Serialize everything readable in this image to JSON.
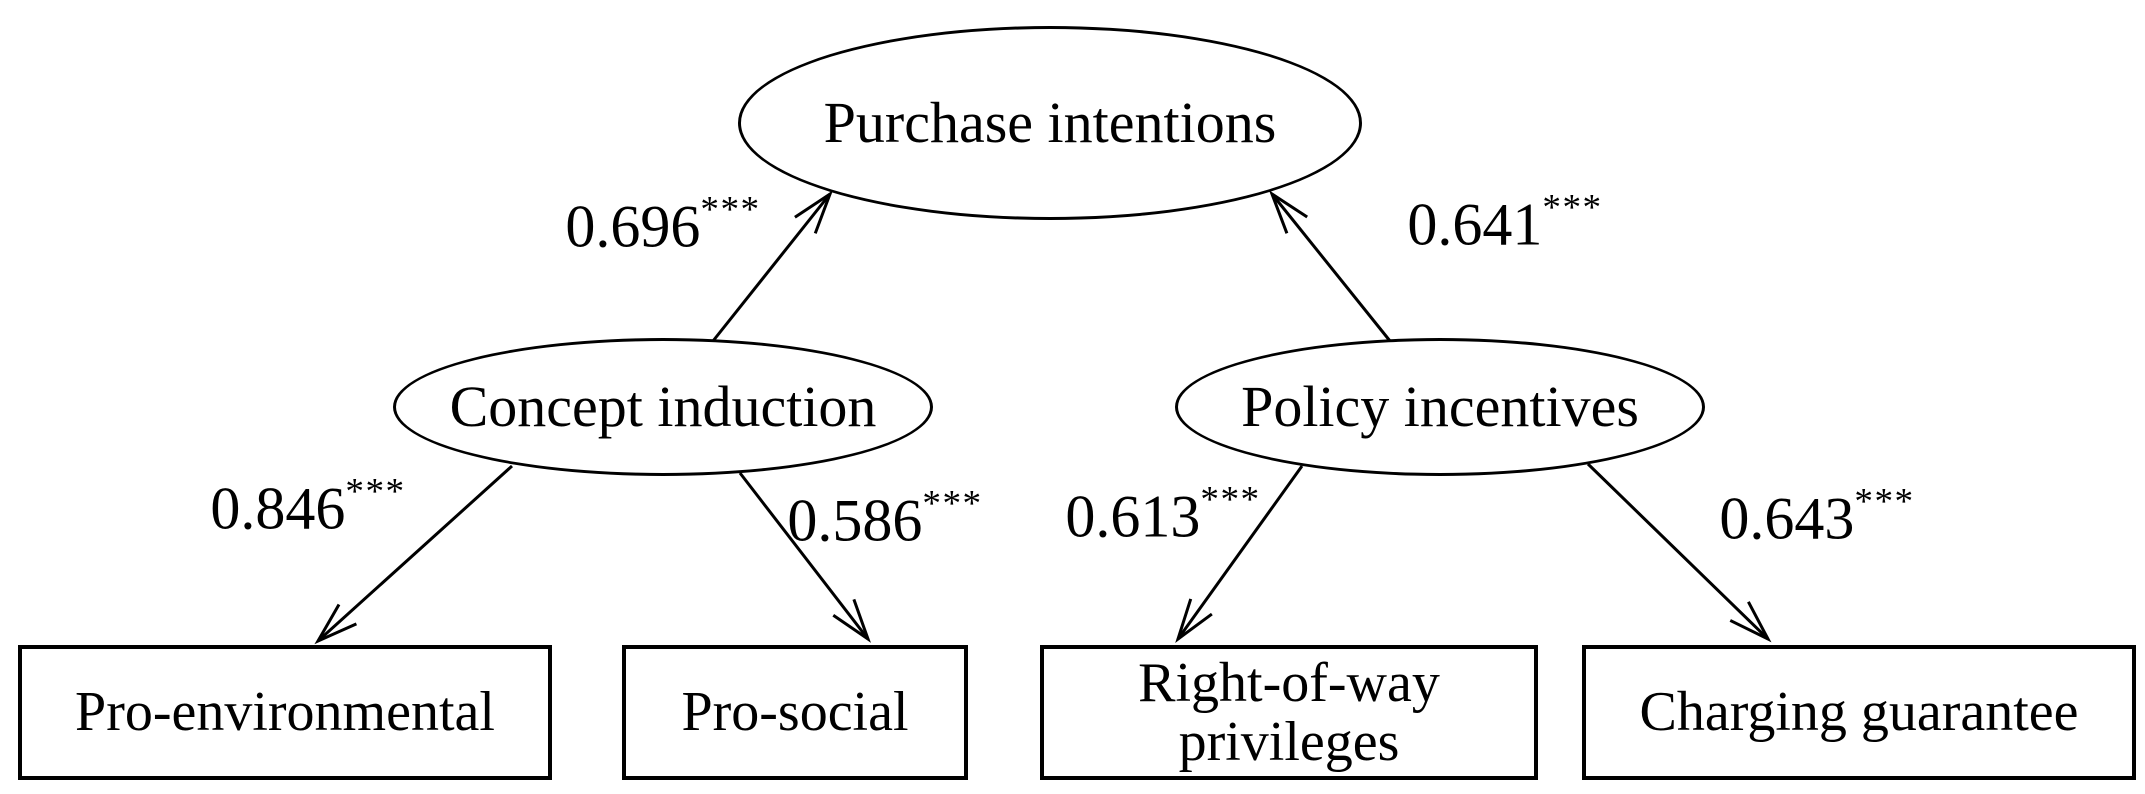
{
  "diagram": {
    "type": "sem-path-diagram",
    "latent_nodes": [
      {
        "id": "purchase-intentions",
        "label": "Purchase intentions"
      },
      {
        "id": "concept-induction",
        "label": "Concept induction"
      },
      {
        "id": "policy-incentives",
        "label": "Policy incentives"
      }
    ],
    "observed_nodes": [
      {
        "id": "pro-environmental",
        "label": "Pro-environmental"
      },
      {
        "id": "pro-social",
        "label": "Pro-social"
      },
      {
        "id": "right-of-way",
        "label": "Right-of-way privileges"
      },
      {
        "id": "charging-guarantee",
        "label": "Charging guarantee"
      }
    ],
    "paths": [
      {
        "from": "Concept induction",
        "to": "Purchase intentions",
        "coefficient": "0.696",
        "significance": "***"
      },
      {
        "from": "Policy incentives",
        "to": "Purchase intentions",
        "coefficient": "0.641",
        "significance": "***"
      },
      {
        "from": "Concept induction",
        "to": "Pro-environmental",
        "coefficient": "0.846",
        "significance": "***"
      },
      {
        "from": "Concept induction",
        "to": "Pro-social",
        "coefficient": "0.586",
        "significance": "***"
      },
      {
        "from": "Policy incentives",
        "to": "Right-of-way privileges",
        "coefficient": "0.613",
        "significance": "***"
      },
      {
        "from": "Policy incentives",
        "to": "Charging guarantee",
        "coefficient": "0.643",
        "significance": "***"
      }
    ],
    "colors": {
      "stroke": "#000000",
      "text": "#000000",
      "background": "#ffffff"
    }
  }
}
